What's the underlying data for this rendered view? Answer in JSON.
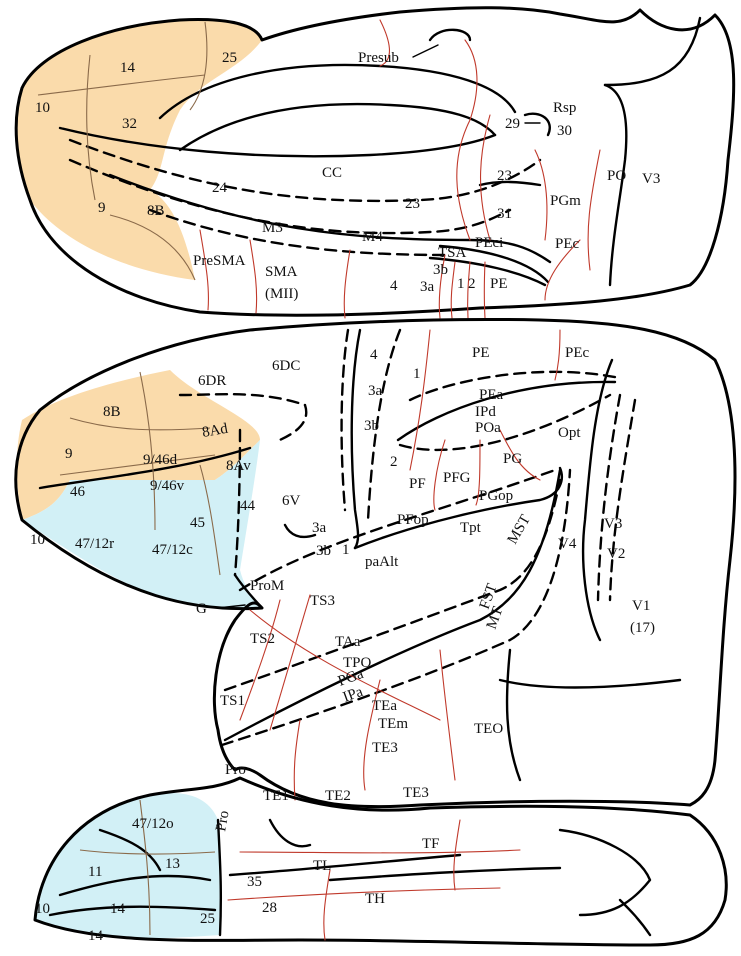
{
  "colors": {
    "prefrontal_fill": "#fadbab",
    "orbital_fill": "#d2f0f6",
    "border_red": "#c0392b",
    "outline": "#000000"
  },
  "labels": {
    "presub": "Presub",
    "rsp": "Rsp",
    "a29": "29",
    "a30": "30",
    "a14_top": "14",
    "a25_top": "25",
    "a10_top": "10",
    "a32": "32",
    "cc": "CC",
    "a24": "24",
    "a23a": "23",
    "a23b": "23",
    "a31": "31",
    "pgm": "PGm",
    "po": "PO",
    "v3_top": "V3",
    "a9_top": "9",
    "a8b_top": "8B",
    "m3": "M3",
    "m4": "M4",
    "peci": "PEci",
    "tsa": "TSA",
    "pec_top": "PEc",
    "presma": "PreSMA",
    "sma": "SMA",
    "mii": "(MII)",
    "a4_top": "4",
    "a3a_top": "3a",
    "a3b_top": "3b",
    "a1_top": "1",
    "a2_top": "2",
    "pe_top": "PE",
    "a6dr": "6DR",
    "a6dc": "6DC",
    "a4_lat": "4",
    "a3a_lat": "3a",
    "a3b_lat": "3b",
    "a1_lat": "1",
    "a2_lat": "2",
    "pe_lat": "PE",
    "pec_lat": "PEc",
    "pea": "PEa",
    "ipd": "IPd",
    "poa": "POa",
    "opt": "Opt",
    "pg": "PG",
    "pf": "PF",
    "pfg": "PFG",
    "pgop": "PGop",
    "pfop": "PFop",
    "tpt": "Tpt",
    "mst": "MST",
    "v4": "V4",
    "v3_lat": "V3",
    "v2": "V2",
    "v1": "V1",
    "v1_num": "(17)",
    "a8b_lat": "8B",
    "a8ad": "8Ad",
    "a8av": "8Av",
    "a9_lat": "9",
    "a946d": "9/46d",
    "a946v": "9/46v",
    "a46": "46",
    "a10_lat": "10",
    "a4712r": "47/12r",
    "a4712c": "47/12c",
    "a45": "45",
    "a44": "44",
    "a6v": "6V",
    "a3a_low": "3a",
    "a3b_low": "3b",
    "a1_low": "1",
    "proM": "ProM",
    "paalt": "paAlt",
    "g": "G",
    "ts3": "TS3",
    "ts2": "TS2",
    "ts1": "TS1",
    "taa": "TAa",
    "tpo": "TPO",
    "pga": "PGa",
    "ipa": "IPa",
    "tea": "TEa",
    "tem": "TEm",
    "fst": "FST",
    "mt": "MT",
    "teo": "TEO",
    "te3a": "TE3",
    "te3b": "TE3",
    "pro_a": "Pro",
    "pro_b": "Pro",
    "te1": "TE1",
    "te2": "TE2",
    "a4712o": "47/12o",
    "a11": "11",
    "a13": "13",
    "tf": "TF",
    "tl": "TL",
    "a35": "35",
    "a28": "28",
    "th": "TH",
    "a10_orb": "10",
    "a14_orb": "14",
    "a14_orb2": "14",
    "a25_orb": "25"
  }
}
